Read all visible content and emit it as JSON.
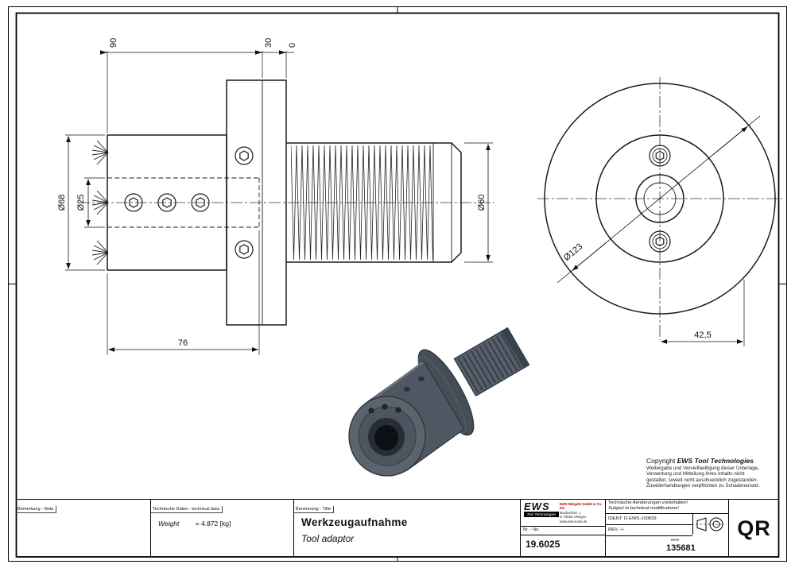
{
  "sheet": {
    "bg": "#ffffff",
    "line_color": "#1a1a1a"
  },
  "drawing": {
    "dims": {
      "d90": "90",
      "d30": "30",
      "d0": "0",
      "dia68": "Ø68",
      "dia25": "Ø25",
      "dia60": "Ø60",
      "d76": "76",
      "dia123": "Ø123",
      "d42_5": "42,5"
    },
    "render_colors": {
      "body": "#4f5862",
      "bore": "#0c0f13"
    }
  },
  "copyright": {
    "prefix": "Copyright ",
    "brand": "EWS",
    "suffix": " Tool Technologies",
    "lines": [
      "Weitergabe und Vervielfaeltigung dieser Unterlage,",
      "Verwertung und Mitteilung ihres Inhalts nicht",
      "gestattet, soweit nicht ausdruecklich zugestanden.",
      "Zuwiderhandlungen verpflichten zu Schadenersatz."
    ]
  },
  "title_block": {
    "note_label": "Bemerkung - Note",
    "tech_label": "Technische Daten - technical data",
    "weight_label": "Weight",
    "weight_value": "=  4.872 [kg]",
    "title_label": "Benennung - Title",
    "title_de": "Werkzeugaufnahme",
    "title_en": "Tool adaptor",
    "logo": {
      "name": "EWS",
      "sub": "Tool Technologies"
    },
    "company": {
      "line1": "EWS Weigele GmbH & Co. KG",
      "line2": "Maybachstr. 1",
      "line3": "D-73066 Uhingen",
      "line4": "www.ews-tools.de"
    },
    "mods_de": "Technische Aenderungen vorbehalten!",
    "mods_en": "Subject to technical modifications!",
    "ident_label": "IDENT:  D-EWS-100839",
    "no_label": "Nr. - No.",
    "part_number": "19.6025",
    "rev_label": "REV.  -/-",
    "mar_label": "MAR",
    "serial": "135681",
    "size_code": "QR"
  }
}
